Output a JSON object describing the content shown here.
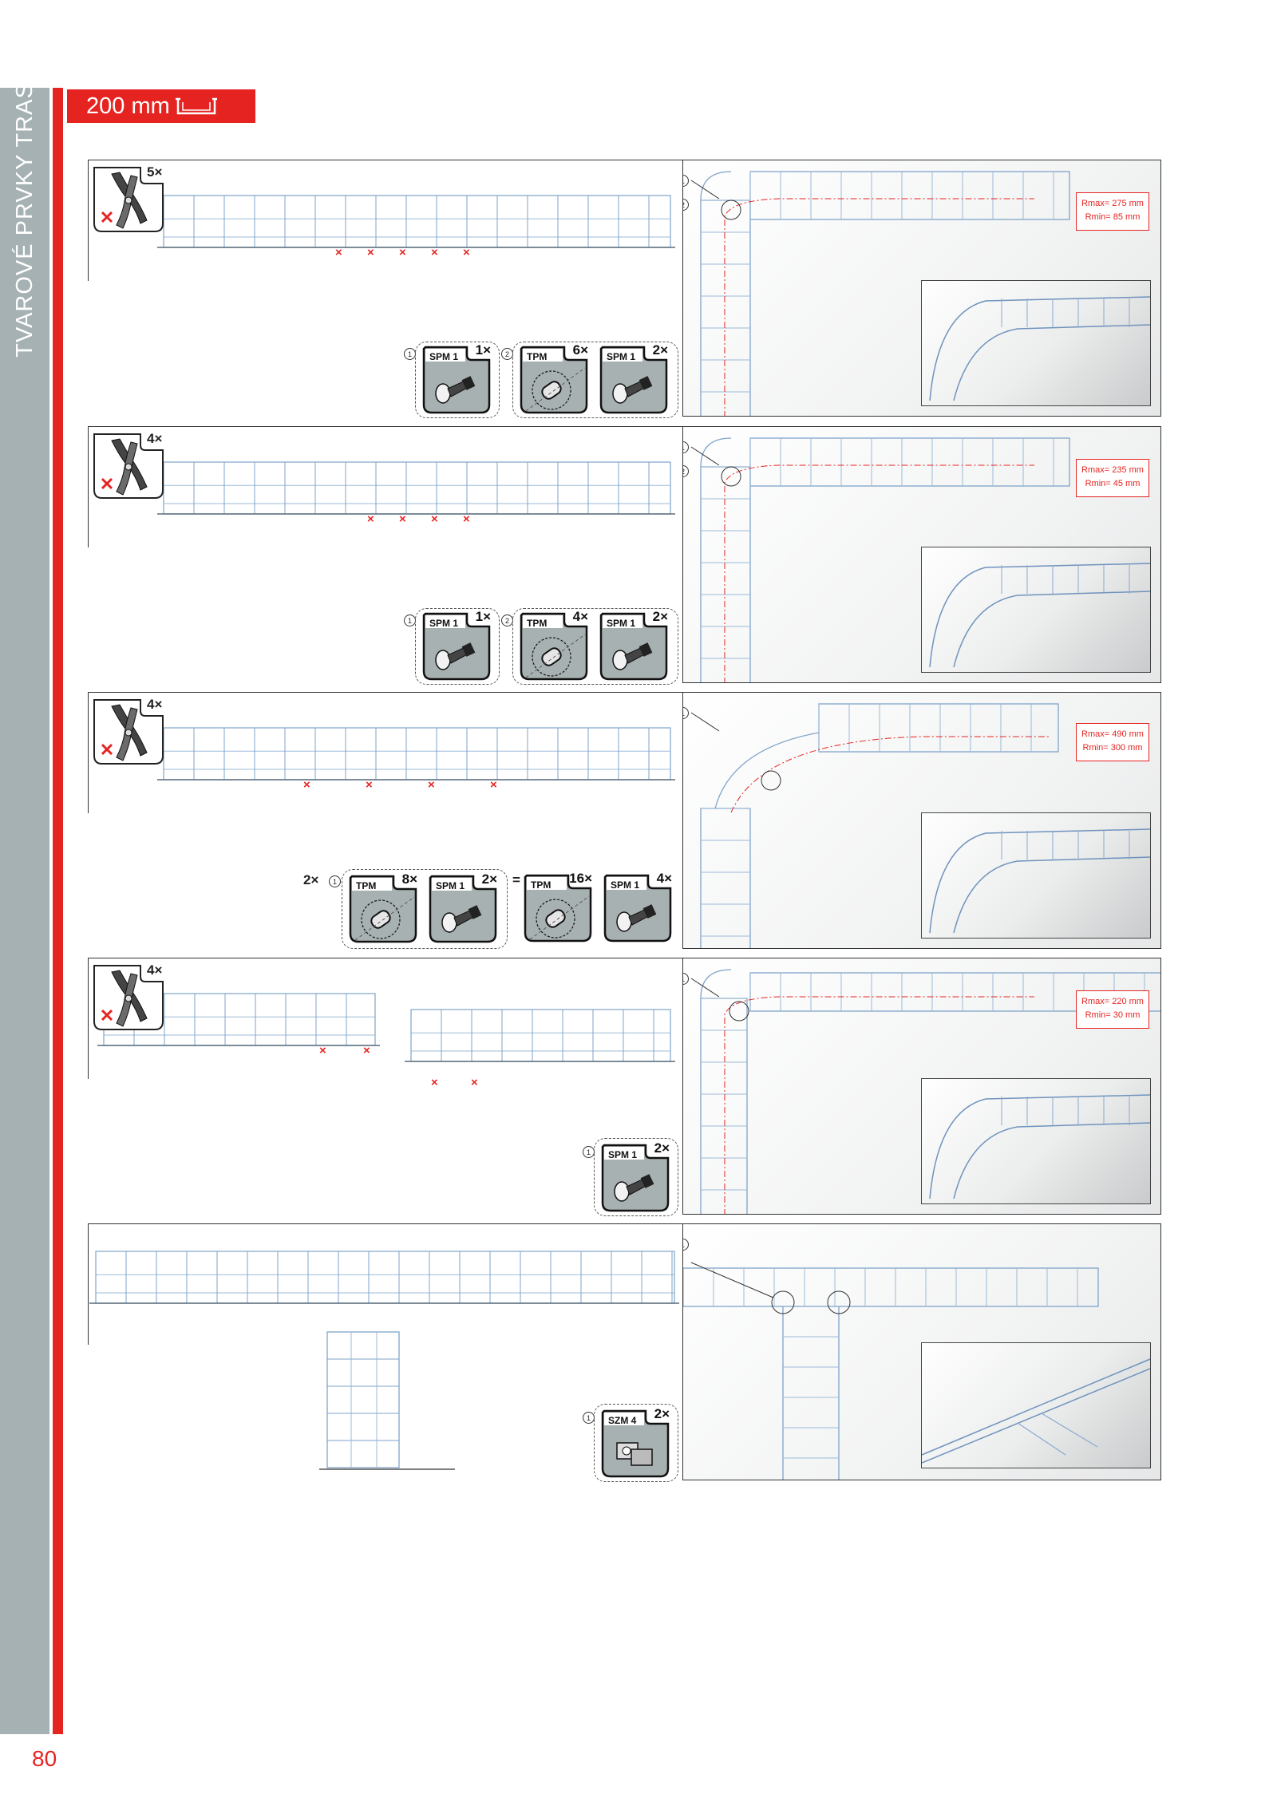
{
  "page": {
    "section_title": "TVAROVÉ PRVKY TRAS",
    "header_label": "200 mm",
    "page_number": "80"
  },
  "icons": [
    "cable-tray-profile-icon",
    "wire-cutter-icon",
    "cross-mark-icon",
    "bolt-icon",
    "connector-plate-icon",
    "clamp-icon"
  ],
  "colors": {
    "accent": "#e52421",
    "sidebar": "#a6b1b3",
    "part_bg": "#a8b1b1",
    "wire": "#7fa3c9"
  },
  "rows": [
    {
      "tool_count": "5×",
      "cut_marks": [
        "×",
        "×",
        "×",
        "×",
        "×"
      ],
      "kits": [
        {
          "num": "1",
          "parts": [
            {
              "label": "SPM 1",
              "qty": "1×"
            }
          ]
        },
        {
          "num": "2",
          "parts": [
            {
              "label": "TPM",
              "qty": "6×"
            },
            {
              "label": "SPM 1",
              "qty": "2×"
            }
          ]
        }
      ],
      "callouts": [
        "1",
        "2"
      ],
      "rmax": "Rmax= 275 mm",
      "rmin": "Rmin= 85 mm"
    },
    {
      "tool_count": "4×",
      "cut_marks": [
        "×",
        "×",
        "×",
        "×"
      ],
      "kits": [
        {
          "num": "1",
          "parts": [
            {
              "label": "SPM 1",
              "qty": "1×"
            }
          ]
        },
        {
          "num": "2",
          "parts": [
            {
              "label": "TPM",
              "qty": "4×"
            },
            {
              "label": "SPM 1",
              "qty": "2×"
            }
          ]
        }
      ],
      "callouts": [
        "1",
        "2"
      ],
      "rmax": "Rmax= 235 mm",
      "rmin": "Rmin= 45 mm"
    },
    {
      "tool_count": "4×",
      "cut_marks": [
        "×",
        "×",
        "×",
        "×"
      ],
      "prefix_mult": "2×",
      "equals": "=",
      "kits": [
        {
          "num": "1",
          "parts": [
            {
              "label": "TPM",
              "qty": "8×"
            },
            {
              "label": "SPM 1",
              "qty": "2×"
            }
          ]
        }
      ],
      "result_parts": [
        {
          "label": "TPM",
          "qty": "16×"
        },
        {
          "label": "SPM 1",
          "qty": "4×"
        }
      ],
      "callouts": [
        "1"
      ],
      "rmax": "Rmax= 490 mm",
      "rmin": "Rmin= 300 mm"
    },
    {
      "tool_count": "4×",
      "cut_marks": [
        "×",
        "×",
        "×",
        "×"
      ],
      "kits": [
        {
          "num": "1",
          "parts": [
            {
              "label": "SPM 1",
              "qty": "2×"
            }
          ]
        }
      ],
      "callouts": [
        "1"
      ],
      "rmax": "Rmax= 220 mm",
      "rmin": "Rmin= 30 mm"
    },
    {
      "kits": [
        {
          "num": "1",
          "parts": [
            {
              "label": "SZM 4",
              "qty": "2×"
            }
          ]
        }
      ],
      "callouts": [
        "1"
      ]
    }
  ]
}
